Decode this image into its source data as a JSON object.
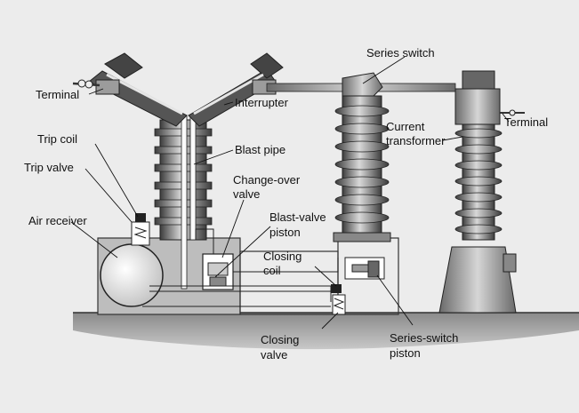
{
  "labels": {
    "terminal_left": "Terminal",
    "series_switch": "Series switch",
    "terminal_right": "Terminal",
    "interrupter": "Interrupter",
    "current_transformer_1": "Current",
    "current_transformer_2": "transformer",
    "trip_coil": "Trip coil",
    "blast_pipe": "Blast pipe",
    "trip_valve": "Trip valve",
    "change_over_1": "Change-over",
    "change_over_2": "valve",
    "air_receiver": "Air receiver",
    "blast_valve_1": "Blast-valve",
    "blast_valve_2": "piston",
    "closing_coil_1": "Closing",
    "closing_coil_2": "coil",
    "closing_valve_1": "Closing",
    "closing_valve_2": "valve",
    "series_switch_piston_1": "Series-switch",
    "series_switch_piston_2": "piston"
  },
  "colors": {
    "background": "#ececec",
    "porcelain_dark": "#4a4a4a",
    "porcelain_light": "#cfcfcf",
    "metal": "#9a9a9a",
    "ground": "#8c8c8c"
  }
}
